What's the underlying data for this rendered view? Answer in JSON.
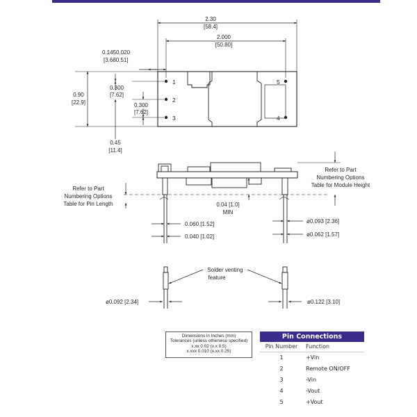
{
  "top_view": {
    "overall_width": "2.30",
    "overall_width_mm": "[58.4]",
    "pin_spacing": "2.000",
    "pin_spacing_mm": "[50.80]",
    "edge_offset": "0.1450.020",
    "edge_offset_mm": "[3.680.51]",
    "height": "0.90",
    "height_mm": "[22.9]",
    "pin_pitch_a": "0.300",
    "pin_pitch_a_mm": "[7.62]",
    "pin_pitch_b": "0.300",
    "pin_pitch_b_mm": "[7.62]",
    "center_offset": "0.45",
    "center_offset_mm": "[11.4]",
    "pins": [
      {
        "label": "1"
      },
      {
        "label": "2"
      },
      {
        "label": "3"
      },
      {
        "label": "4"
      },
      {
        "label": "5"
      }
    ]
  },
  "side_view": {
    "module_height_note": [
      "Refer to Part",
      "Numbering Options",
      "Table for Module Height"
    ],
    "pin_length_note": [
      "Refer to Part",
      "Numbering Options",
      "Table for Pin Length"
    ],
    "standoff": "0.04 [1.0]",
    "standoff_min": "MIN",
    "pin_width_a": "0.060 [1.52]",
    "pin_width_b": "0.040 [1.02]",
    "pin_dia_a": "ø0.093 [2.36]",
    "pin_dia_b": "ø0.062 [1.57]"
  },
  "detail_view": {
    "solder_note": [
      "Solder venting",
      "feature"
    ],
    "dia_left": "ø0.092 [2.34]",
    "dia_right": "ø0.122 [3.10]"
  },
  "tolerance_box": {
    "line1": "Dimensions in Inches (mm)",
    "line2": "Tolerances (unless otherwise specified)",
    "line3": "x.xx 0.02 (x.x 0.5)",
    "line4": "x.xxx 0.010 (x.xx 0.25)"
  },
  "pin_table": {
    "title": "Pin Connections",
    "col_pin": "Pin Number",
    "col_function": "Function",
    "rows": [
      {
        "pin": "1",
        "function": "+Vin"
      },
      {
        "pin": "2",
        "function": "Remote ON/OFF"
      },
      {
        "pin": "3",
        "function": "-Vin"
      },
      {
        "pin": "4",
        "function": "-Vout"
      },
      {
        "pin": "5",
        "function": "+Vout"
      }
    ]
  },
  "colors": {
    "accent": "#3b2a8a",
    "line": "#222222"
  }
}
